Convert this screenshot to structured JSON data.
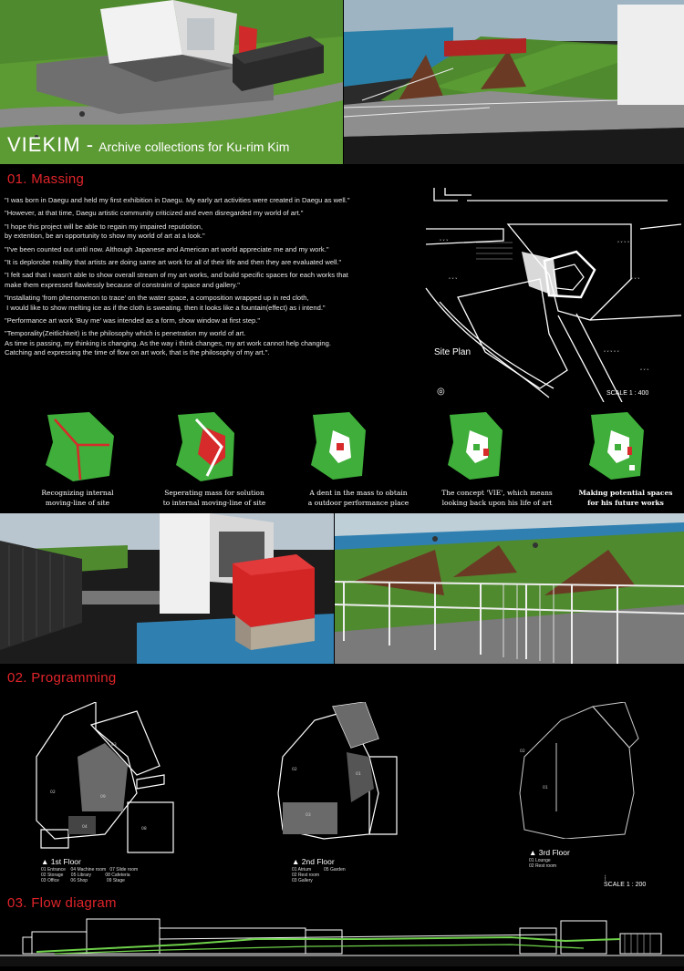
{
  "project": {
    "title": "VIEKIM",
    "dash": " - ",
    "subtitle": "Archive collections for Ku-rim Kim"
  },
  "sections": {
    "massing": "01. Massing",
    "programming": "02. Programming",
    "flow": "03. Flow diagram"
  },
  "quotes": [
    "\"I was born in Daegu and held my first exhibition in Daegu. My early art activities were created in Daegu as well.\"",
    "\"However, at that time, Daegu artistic community criticized and even disregarded my world of art.\"",
    "\"I hope this project will be able to regain my impaired reputiotion,\nby extention, be an opportunity to show my world of art at a look.\"",
    "\"I've been counted out until now. Although Japanese and American art world appreciate me and my work.\"",
    "\"It is deplorobe reallity that artists are doing same art work for all of their life and then they are evaluated well.\"",
    "\"I felt sad that I wasn't able to show overall stream of my art works, and build specific spaces for each works that\nmake them expressed flawlessly because of constraint of space and gallery.\"",
    "\"Installating 'from phenomenon to trace' on the water space, a composition wrapped up in red cloth,\n I would like to show melting ice as if the cloth is sweating. then it looks like a fountain(effect) as i intend.\"",
    "\"Performance art work 'Buy me' was intended as a form, show window at first step.\"",
    "\"Temporality(Zeitlichkeit) is the philosophy which is penetration my world of art.\nAs time is passing, my thinking is changing. As the way i think changes, my art work cannot help changing.\nCatching and expressing the time of flow on art work, that is the philosophy of my art.\"."
  ],
  "site_plan": {
    "label": "Site Plan",
    "scale": "SCALE  1 : 400"
  },
  "diagrams": [
    {
      "caption": "Recognizing internal\nmoving-line of site"
    },
    {
      "caption": "Seperating mass for solution\nto internal moving-line of site"
    },
    {
      "caption": "A dent in the mass to obtain\na outdoor performance place"
    },
    {
      "caption": "The concept 'VIE', which means\nlooking back upon his life of art"
    },
    {
      "caption": "Making potential spaces\nfor his future works"
    }
  ],
  "floors": [
    {
      "title": "1st Floor",
      "legend": "01 Entrance    04 Machine room   07 Slide room\n02 Storage      05 Library           08 Cafeteria\n03 Office         06 Shop               09 Stage"
    },
    {
      "title": "2nd Floor",
      "legend": "01 Atrium          05 Garden\n02 Rest room\n03 Gallery"
    },
    {
      "title": "3rd Floor",
      "legend": "01 Lounge\n02 Rest room"
    }
  ],
  "plan_scale": "SCALE  1 : 200",
  "colors": {
    "accent": "#e0242a",
    "grass": "#4a8f2f",
    "diagram_green": "#3fae3a",
    "flow_green": "#6fd24a"
  }
}
